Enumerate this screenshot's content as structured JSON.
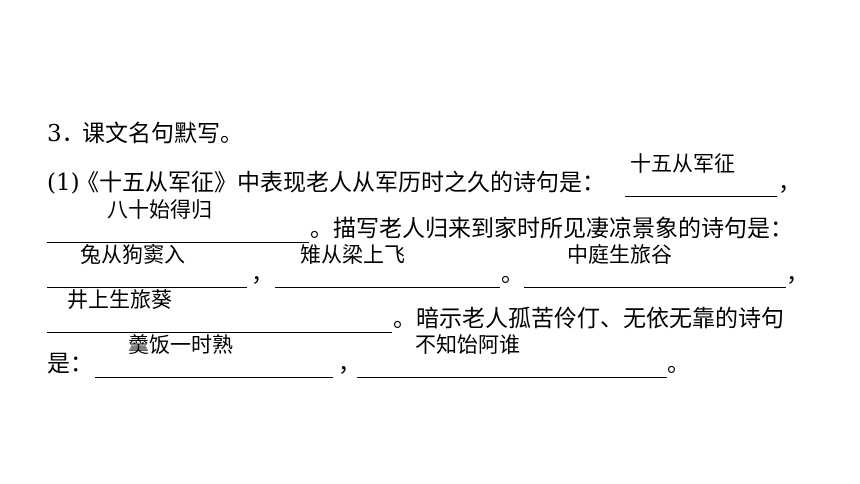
{
  "question": {
    "number": "3．",
    "title": "课文名句默写。",
    "sub_label": "(1)",
    "prompt_1": "《十五从军征》中表现老人从军历时之久的诗句是：",
    "prompt_2": "。描写老人归来到家时所见凄凉景象的诗句是：",
    "prompt_3": "。暗示老人孤苦伶仃、无依无靠的诗句",
    "prompt_4": "是："
  },
  "punct": {
    "comma": "，",
    "period": "。"
  },
  "answers": [
    "十五从军征",
    "八十始得归",
    "兔从狗窦入",
    "雉从梁上飞",
    "中庭生旅谷",
    "井上生旅葵",
    "羹饭一时熟",
    "不知饴阿谁"
  ]
}
